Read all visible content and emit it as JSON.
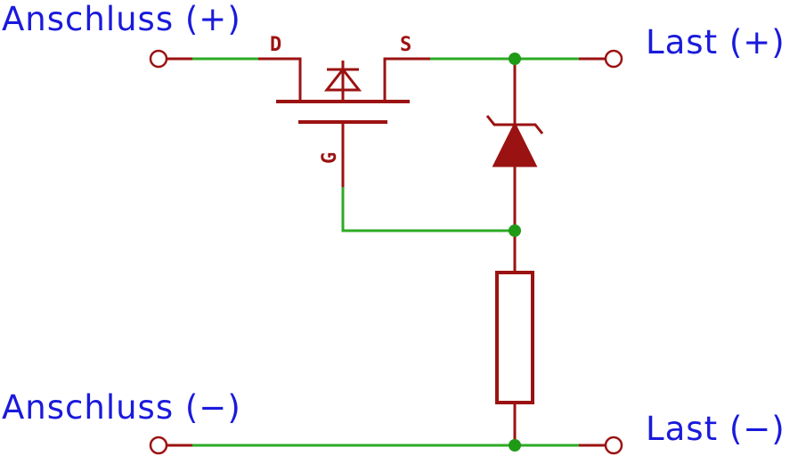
{
  "labels": {
    "input_positive": "Anschluss (+)",
    "input_negative": "Anschluss (−)",
    "load_positive": "Last (+)",
    "load_negative": "Last (−)"
  },
  "mosfet": {
    "drain": "D",
    "source": "S",
    "gate": "G"
  },
  "colors": {
    "label_text": "#1a1adc",
    "component": "#9b1212",
    "wire": "#2cab25",
    "junction": "#1f9a17"
  }
}
